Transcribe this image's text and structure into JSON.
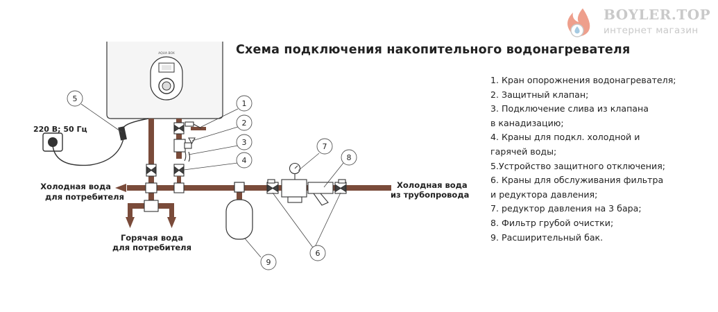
{
  "logo": {
    "title": "BOYLER.TOP",
    "subtitle": "интернет магазин",
    "icon": "flame-drop-icon"
  },
  "title": "Схема подключения накопительного водонагревателя",
  "heater": {
    "brand": "AQUA BOX"
  },
  "labels": {
    "power": "220 В; 50 Гц",
    "cold_consumer_line1": "Холодная вода",
    "cold_consumer_line2": "для потребителя",
    "hot_consumer_line1": "Горячая вода",
    "hot_consumer_line2": "для потребителя",
    "cold_supply_line1": "Холодная вода",
    "cold_supply_line2": "из трубопровода"
  },
  "callouts": [
    "1",
    "2",
    "3",
    "4",
    "5",
    "6",
    "7",
    "8",
    "9"
  ],
  "legend": [
    "1. Кран опорожнения водонагревателя;",
    "2. Защитный клапан;",
    "3. Подключение слива из клапана",
    "в канадизацию;",
    "4. Краны для подкл. холодной и",
    "гарячей воды;",
    "5.Устройство защитного отключения;",
    "6. Краны для обслуживания фильтра",
    "и редуктора давления;",
    "7. редуктор давления на 3 бара;",
    "8. Фильтр грубой очистки;",
    "9. Расширительный бак."
  ],
  "colors": {
    "pipe": "#7a4b3a",
    "line": "#2b2b2b",
    "heater_fill": "#f4f4f4",
    "logo_gray": "#c9c9c9",
    "logo_accent": "#e0502e"
  }
}
